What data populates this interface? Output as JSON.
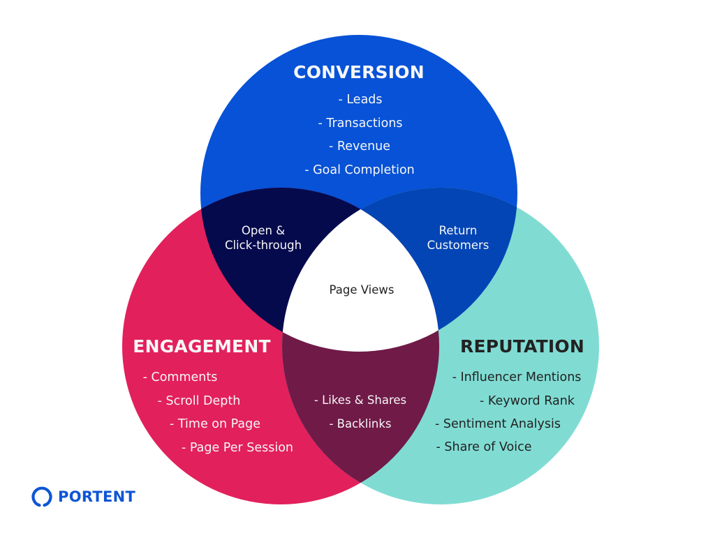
{
  "colors": {
    "conversion": "#0752d6",
    "engagement": "#e2205c",
    "reputation": "#80dcd3",
    "conversion_engagement": "#040a4c",
    "conversion_reputation": "#0445b5",
    "engagement_reputation": "#701a48",
    "all_three": "#ffffff",
    "brand": "#0d55d5"
  },
  "sets": {
    "conversion": {
      "title": "CONVERSION",
      "items": [
        "- Leads",
        "- Transactions",
        "- Revenue",
        "- Goal Completion"
      ]
    },
    "engagement": {
      "title": "ENGAGEMENT",
      "items": [
        "- Comments",
        "- Scroll Depth",
        "- Time on Page",
        "- Page Per Session"
      ]
    },
    "reputation": {
      "title": "REPUTATION",
      "items": [
        "- Influencer Mentions",
        "- Keyword Rank",
        "- Sentiment Analysis",
        "- Share of Voice"
      ]
    }
  },
  "intersections": {
    "conversion_engagement": [
      "Open &",
      "Click-through"
    ],
    "conversion_reputation": [
      "Return",
      "Customers"
    ],
    "engagement_reputation": [
      "- Likes & Shares",
      "- Backlinks"
    ],
    "all_three": "Page Views"
  },
  "logo": {
    "text": "PORTENT",
    "icon": "portent-ring-icon"
  }
}
